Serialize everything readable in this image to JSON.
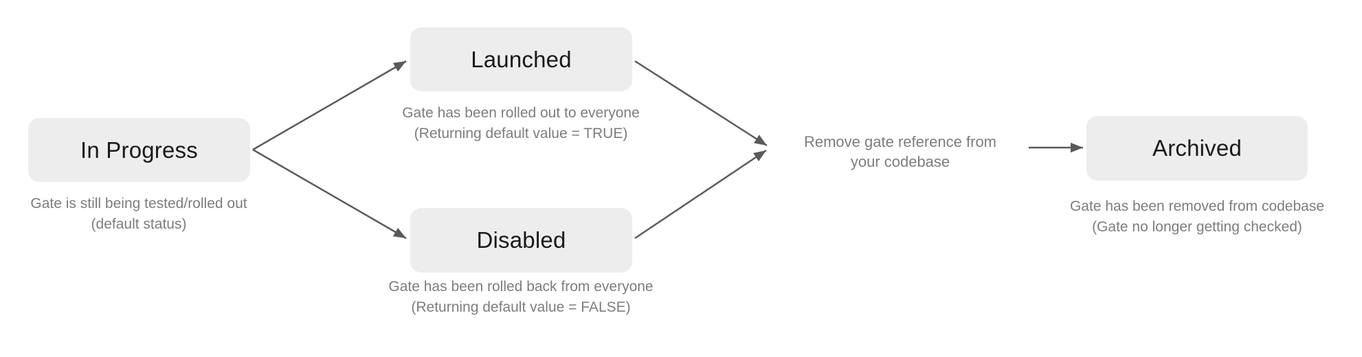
{
  "diagram": {
    "nodes": {
      "in_progress": {
        "label": "In Progress",
        "caption_line1": "Gate is still being tested/rolled out",
        "caption_line2": "(default status)"
      },
      "launched": {
        "label": "Launched",
        "caption_line1": "Gate has been rolled out to everyone",
        "caption_line2": "(Returning default value = TRUE)"
      },
      "disabled": {
        "label": "Disabled",
        "caption_line1": "Gate has been rolled back from everyone",
        "caption_line2": "(Returning default value = FALSE)"
      },
      "archived": {
        "label": "Archived",
        "caption_line1": "Gate has been removed from codebase",
        "caption_line2": "(Gate no longer getting checked)"
      }
    },
    "action_label": {
      "line1": "Remove gate reference from",
      "line2": "your codebase"
    },
    "edges": [
      "in_progress -> launched",
      "in_progress -> disabled",
      "launched -> remove_gate_reference",
      "disabled -> remove_gate_reference",
      "remove_gate_reference -> archived"
    ],
    "colors": {
      "node_fill": "#ededed",
      "node_text": "#1a1a1a",
      "caption_text": "#7d7d7d",
      "arrow": "#5a5a5a",
      "background": "#ffffff"
    }
  }
}
